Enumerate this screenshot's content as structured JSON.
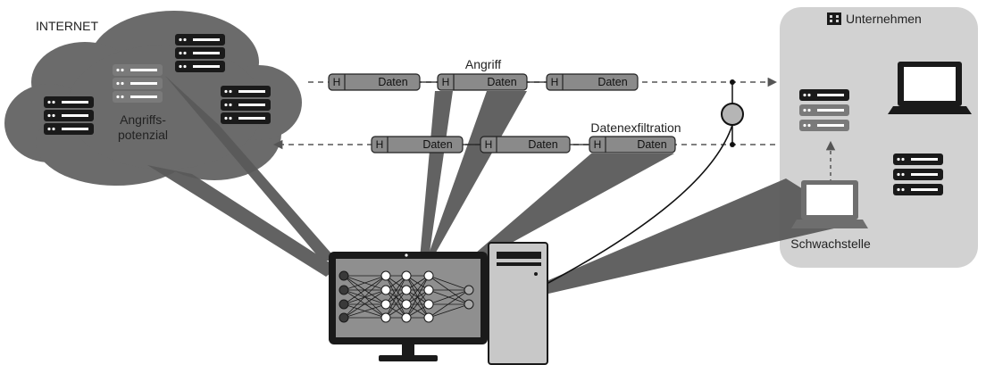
{
  "labels": {
    "internet": "INTERNET",
    "potential_line1": "Angriffs-",
    "potential_line2": "potenzial",
    "attack": "Angriff",
    "exfiltration": "Datenexfiltration",
    "company": "Unternehmen",
    "vulnerability": "Schwachstelle"
  },
  "packets": {
    "header": "H",
    "data": "Daten"
  },
  "icons": {
    "company": "building-icon",
    "server": "server-icon",
    "laptop": "laptop-icon",
    "monitor": "monitor-icon",
    "tower": "desktop-tower-icon",
    "neural_network": "neural-network-icon",
    "sensor": "network-tap-icon"
  },
  "colors": {
    "cloud": "#6b6b6b",
    "company_box": "#d2d2d2",
    "packet": "#8a8a8a",
    "dark": "#1a1a1a",
    "beam": "#5a5a5a"
  }
}
